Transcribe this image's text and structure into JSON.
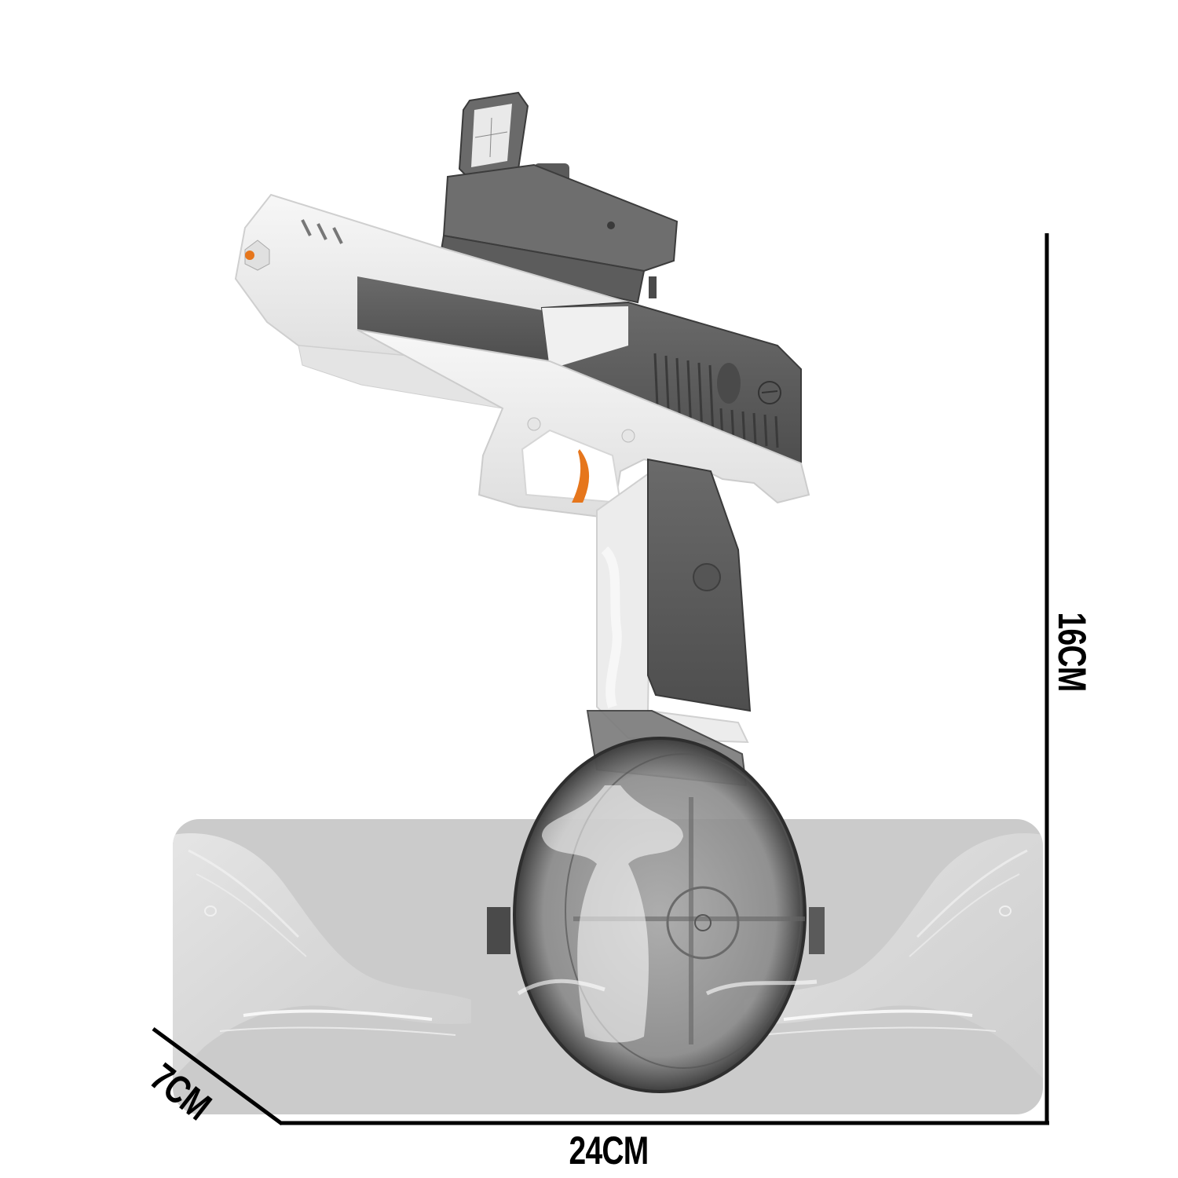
{
  "product": {
    "name": "water-gel-blaster-pistol-with-drum-magazine",
    "colors": {
      "body_white": "#f0f0f0",
      "slide_gray": "#5e5e5e",
      "grip_gray": "#585858",
      "accent_orange": "#e6761c",
      "drum_gray": "#8a8a8a",
      "backdrop_gray": "#cbcbcb",
      "dimension_line": "#000000"
    },
    "parts": [
      "red-dot-sight",
      "slide",
      "barrel",
      "trigger",
      "grip",
      "drum-magazine",
      "muzzle-tip"
    ]
  },
  "dimensions": {
    "width": {
      "label": "24CM",
      "value": 24,
      "unit": "CM"
    },
    "height": {
      "label": "16CM",
      "value": 16,
      "unit": "CM"
    },
    "depth": {
      "label": "7CM",
      "value": 7,
      "unit": "CM"
    }
  }
}
